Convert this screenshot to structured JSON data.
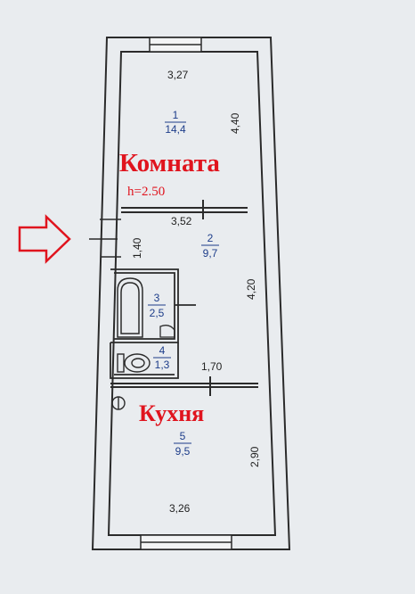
{
  "plan": {
    "colors": {
      "wall": "#2b2b2b",
      "accent_red": "#e0141e",
      "room_blue": "#1d3d8a",
      "paper": "#e9ecef"
    },
    "rooms": [
      {
        "number": "1",
        "area": "14,4"
      },
      {
        "number": "2",
        "area": "9,7"
      },
      {
        "number": "3",
        "area": "2,5"
      },
      {
        "number": "4",
        "area": "1,3"
      },
      {
        "number": "5",
        "area": "9,5"
      }
    ],
    "dimensions": {
      "top_width": "3,27",
      "room1_length": "4,40",
      "corridor_width": "3,52",
      "entry_width": "1,40",
      "corridor_length": "4,20",
      "kitchen_partition": "1,70",
      "kitchen_length": "2,90",
      "bottom_width": "3,26"
    },
    "ceiling_height": "h=2.50",
    "labels": {
      "room": "Комната",
      "kitchen": "Кухня"
    },
    "entrance_arrow": "arrow-right-icon"
  }
}
